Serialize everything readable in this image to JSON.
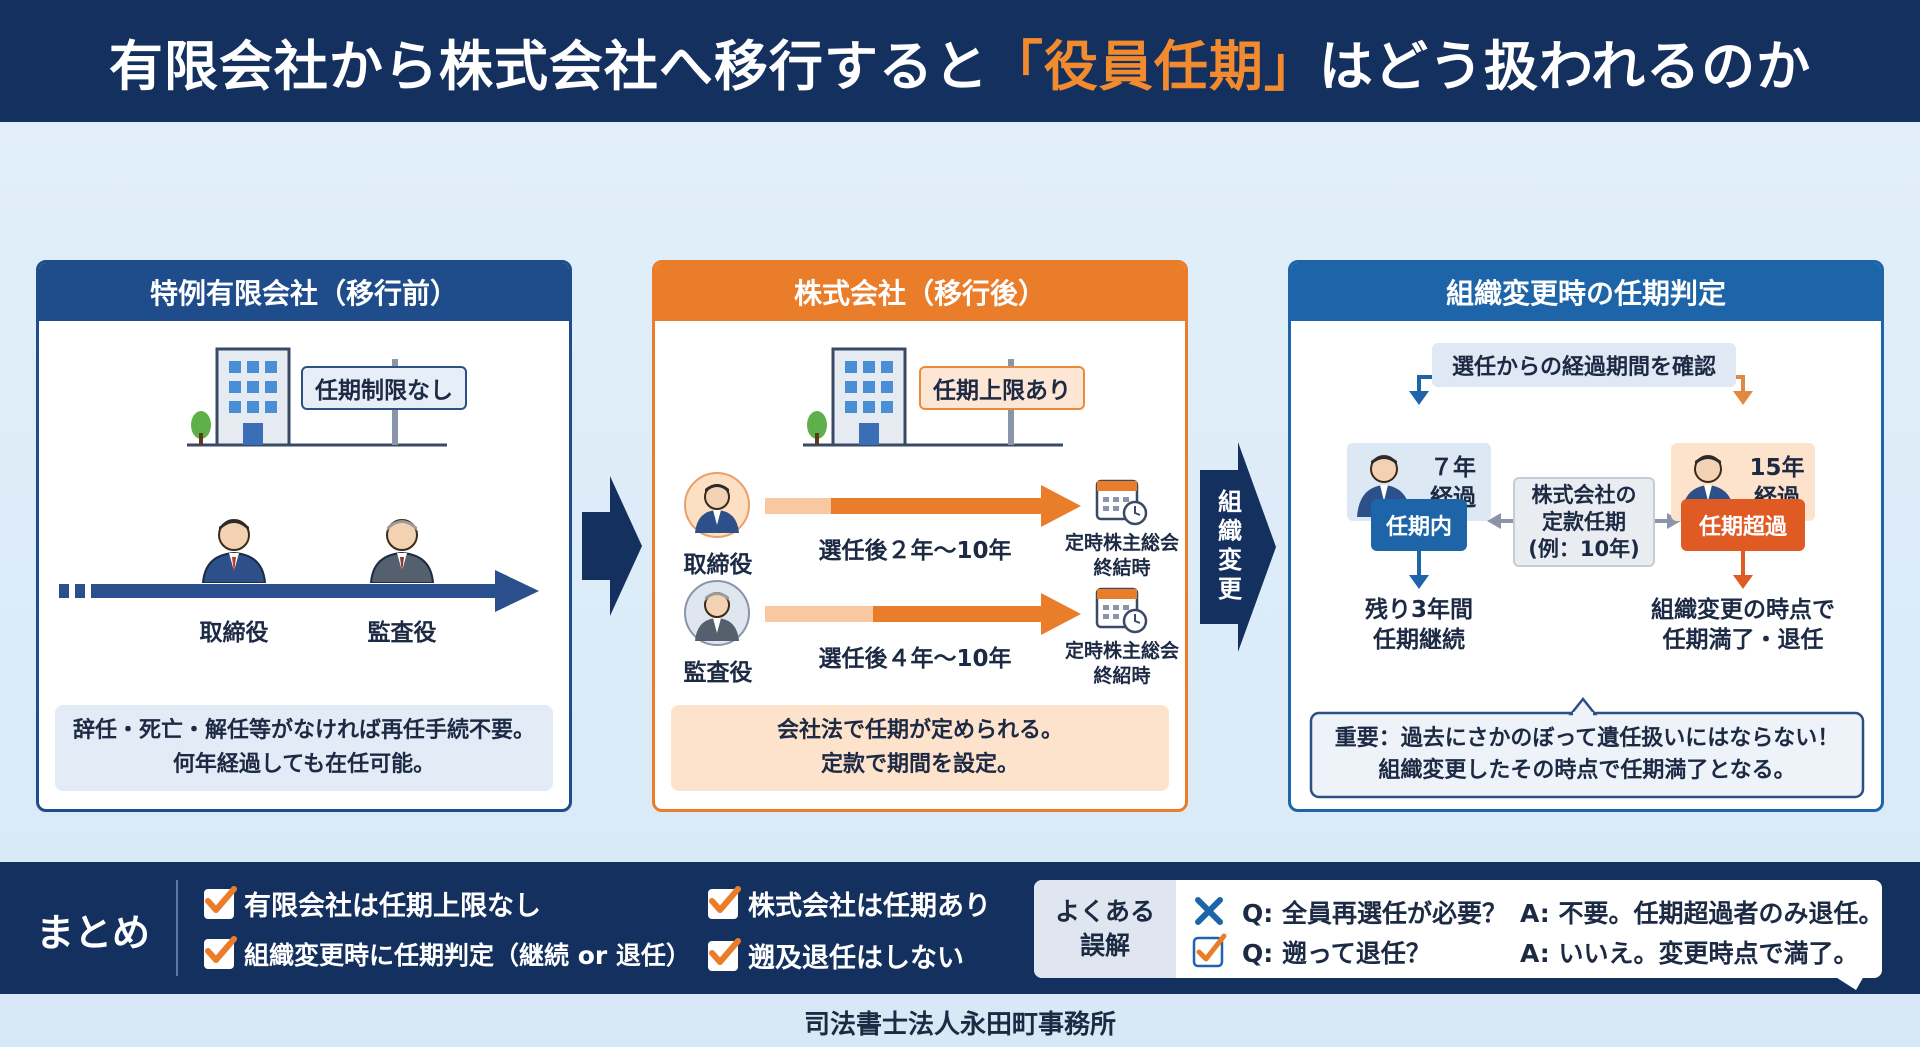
{
  "header": {
    "title_pre": "有限会社から株式会社へ移行すると",
    "title_hl": "「役員任期」",
    "title_post": "はどう扱われるのか"
  },
  "colors": {
    "navy": "#14305f",
    "orange": "#ea7d2a",
    "blue": "#1d65a8"
  },
  "panel1": {
    "title": "特例有限会社（移行前）",
    "sign": "任期制限なし",
    "person1": "取締役",
    "person2": "監査役",
    "note_line1": "辞任・死亡・解任等がなければ再任手続不要。",
    "note_line2": "何年経過しても在任可能。"
  },
  "panel2": {
    "title": "株式会社（移行後）",
    "sign": "任期上限あり",
    "row1_person": "取締役",
    "row1_range": "選任後２年〜10年",
    "row1_end_line1": "定時株主総会",
    "row1_end_line2": "終結時",
    "row2_person": "監査役",
    "row2_range": "選任後４年〜10年",
    "row2_end_line1": "定時株主総会",
    "row2_end_line2": "終紹時",
    "note_line1": "会社法で任期が定められる。",
    "note_line2": "定款で期間を設定。"
  },
  "transition": {
    "label": [
      "組",
      "織",
      "変",
      "更"
    ]
  },
  "panel3": {
    "title": "組織変更時の任期判定",
    "check": "選任からの経過期間を確認",
    "left_years_line1": "７年",
    "left_years_line2": "経過",
    "center_line1": "株式会社の",
    "center_line2": "定款任期",
    "center_line3": "(例：10年)",
    "right_years_line1": "15年",
    "right_years_line2": "経過",
    "left_status": "任期内",
    "right_status": "任期超過",
    "left_result_line1": "残り3年間",
    "left_result_line2": "任期継続",
    "right_result_line1": "組織変更の時点で",
    "right_result_line2": "任期満了・退任",
    "important_line1": "重要：過去にさかのぼって遺任扱いにはならない！",
    "important_line2": "組織変更したその時点で任期満了となる。"
  },
  "summary": {
    "title": "まとめ",
    "item1": "有限会社は任期上限なし",
    "item2": "株式会社は任期あり",
    "item3": "組織変更時に任期判定（継続 or 退任）",
    "item4": "遡及退任はしない"
  },
  "misconceptions": {
    "tag_line1": "よくある",
    "tag_line2": "誤解",
    "q1": "Q: 全員再選任が必要？",
    "a1": "A: 不要。任期超過者のみ退任。",
    "q2": "Q: 遡って退任？",
    "a2": "A: いいえ。変更時点で満了。"
  },
  "footer": "司法書士法人永田町事務所"
}
